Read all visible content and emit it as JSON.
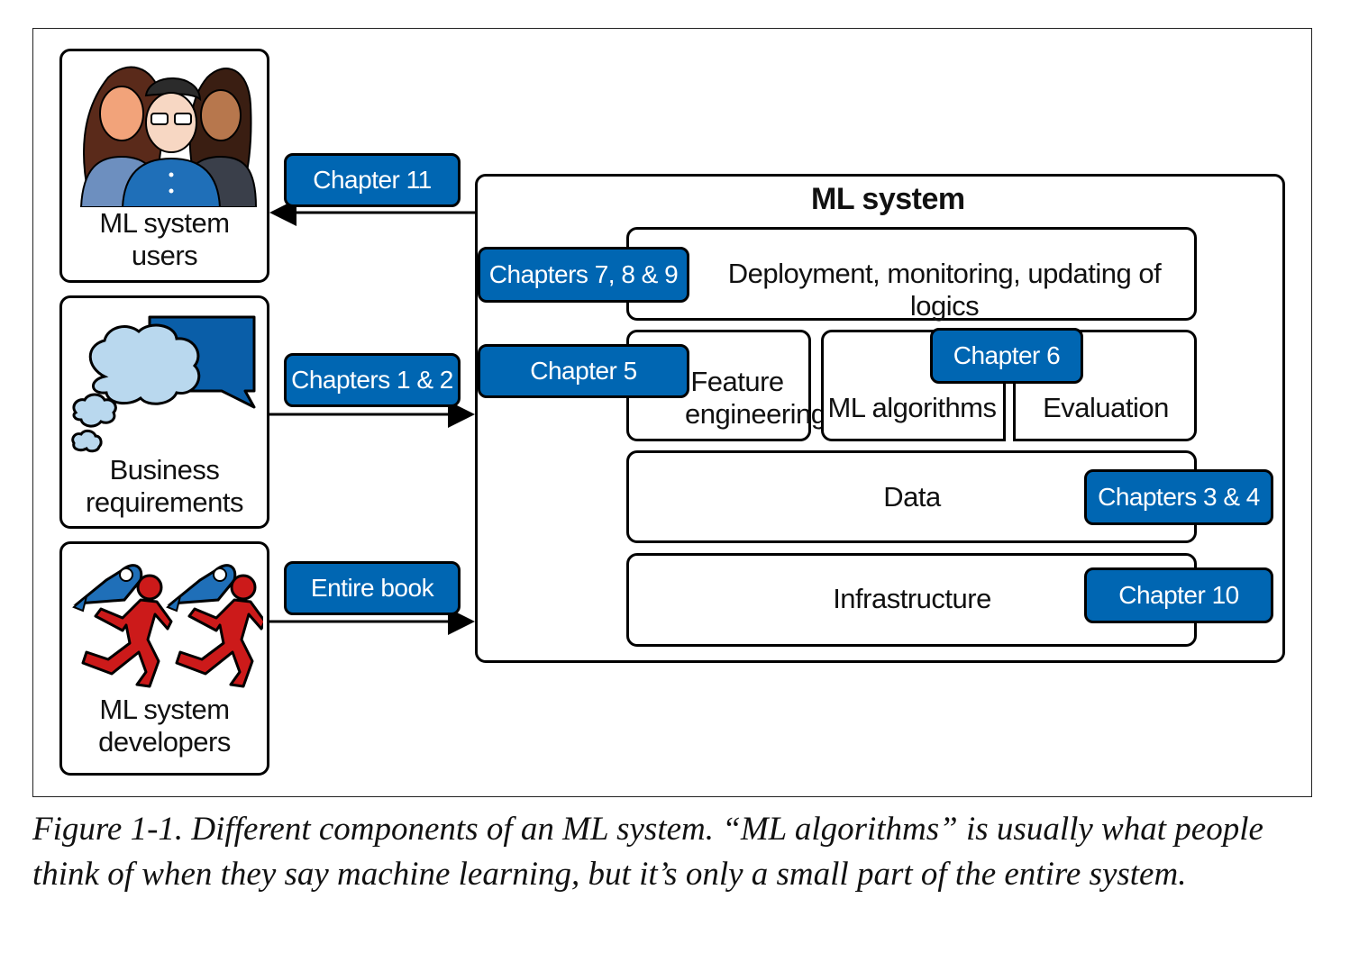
{
  "actors": {
    "users": "ML system\nusers",
    "business": "Business\nrequirements",
    "developers": "ML system\ndevelopers"
  },
  "links": {
    "chapter11": "Chapter 11",
    "chapters12": "Chapters 1 & 2",
    "entire_book": "Entire book"
  },
  "system": {
    "title": "ML system",
    "deployment": "Deployment, monitoring, updating of logics",
    "deployment_tag": "Chapters 7, 8 & 9",
    "feature": "Feature\nengineering",
    "feature_tag": "Chapter 5",
    "algorithms": "ML algorithms",
    "algorithms_tag": "Chapter 6",
    "evaluation": "Evaluation",
    "data": "Data",
    "data_tag": "Chapters 3 & 4",
    "infrastructure": "Infrastructure",
    "infrastructure_tag": "Chapter 10"
  },
  "caption": "Figure 1-1. Different components of an ML system. “ML algorithms” is usually what people think of when they say machine learning, but it’s only a small part of the entire system.",
  "icons": [
    "users-group-icon",
    "thought-bubble-icon",
    "developers-rocket-icon"
  ],
  "colors": {
    "accent": "#0066b2",
    "bubble": "#b9d8ee",
    "runner": "#cc1a1a"
  }
}
